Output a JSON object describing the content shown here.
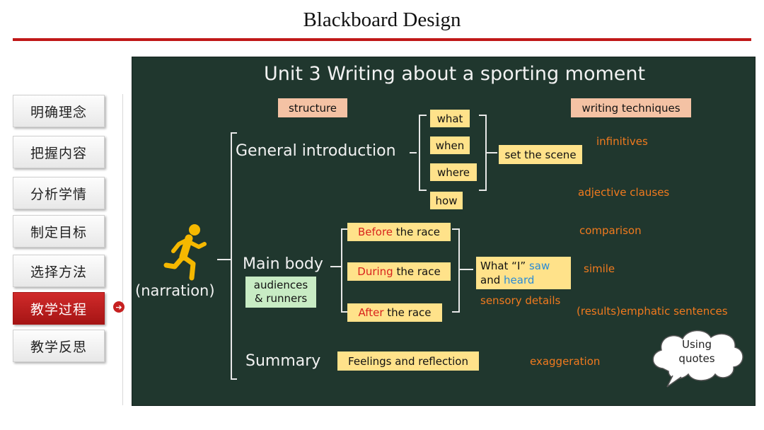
{
  "page_title": "Blackboard Design",
  "nav": [
    {
      "label": "明确理念",
      "active": false
    },
    {
      "label": "把握内容",
      "active": false
    },
    {
      "label": "分析学情",
      "active": false
    },
    {
      "label": "制定目标",
      "active": false
    },
    {
      "label": "选择方法",
      "active": false
    },
    {
      "label": "教学过程",
      "active": true
    },
    {
      "label": "教学反思",
      "active": false
    }
  ],
  "board": {
    "heading": "Unit 3  Writing about a sporting moment",
    "structure_label": "structure",
    "techniques_label": "writing techniques",
    "narration": "(narration)",
    "general_intro": "General introduction",
    "wh_words": [
      "what",
      "when",
      "where",
      "how"
    ],
    "set_scene": "set the scene",
    "main_body": "Main body",
    "audience_line1": "audiences",
    "audience_line2": "& runners",
    "race_prefixes": [
      "Before",
      "During",
      "After"
    ],
    "race_suffix": "the race",
    "saw_line1_a": "What “I”",
    "saw_line1_b": "saw",
    "saw_line2_a": "and",
    "saw_line2_b": "heard",
    "summary": "Summary",
    "feelings": "Feelings and reflection",
    "techniques": {
      "infinitives": "infinitives",
      "adjective_clauses": "adjective clauses",
      "comparison": "comparison",
      "simile": "simile",
      "sensory_details": "sensory details",
      "emphatic": "(results)emphatic sentences",
      "exaggeration": "exaggeration"
    },
    "cloud_text_1": "Using",
    "cloud_text_2": "quotes"
  },
  "colors": {
    "board": "#20372e",
    "accent_red": "#c01818",
    "note_yellow": "#ffe28a",
    "technique_orange": "#f07a1e",
    "runner": "#f5b800"
  }
}
